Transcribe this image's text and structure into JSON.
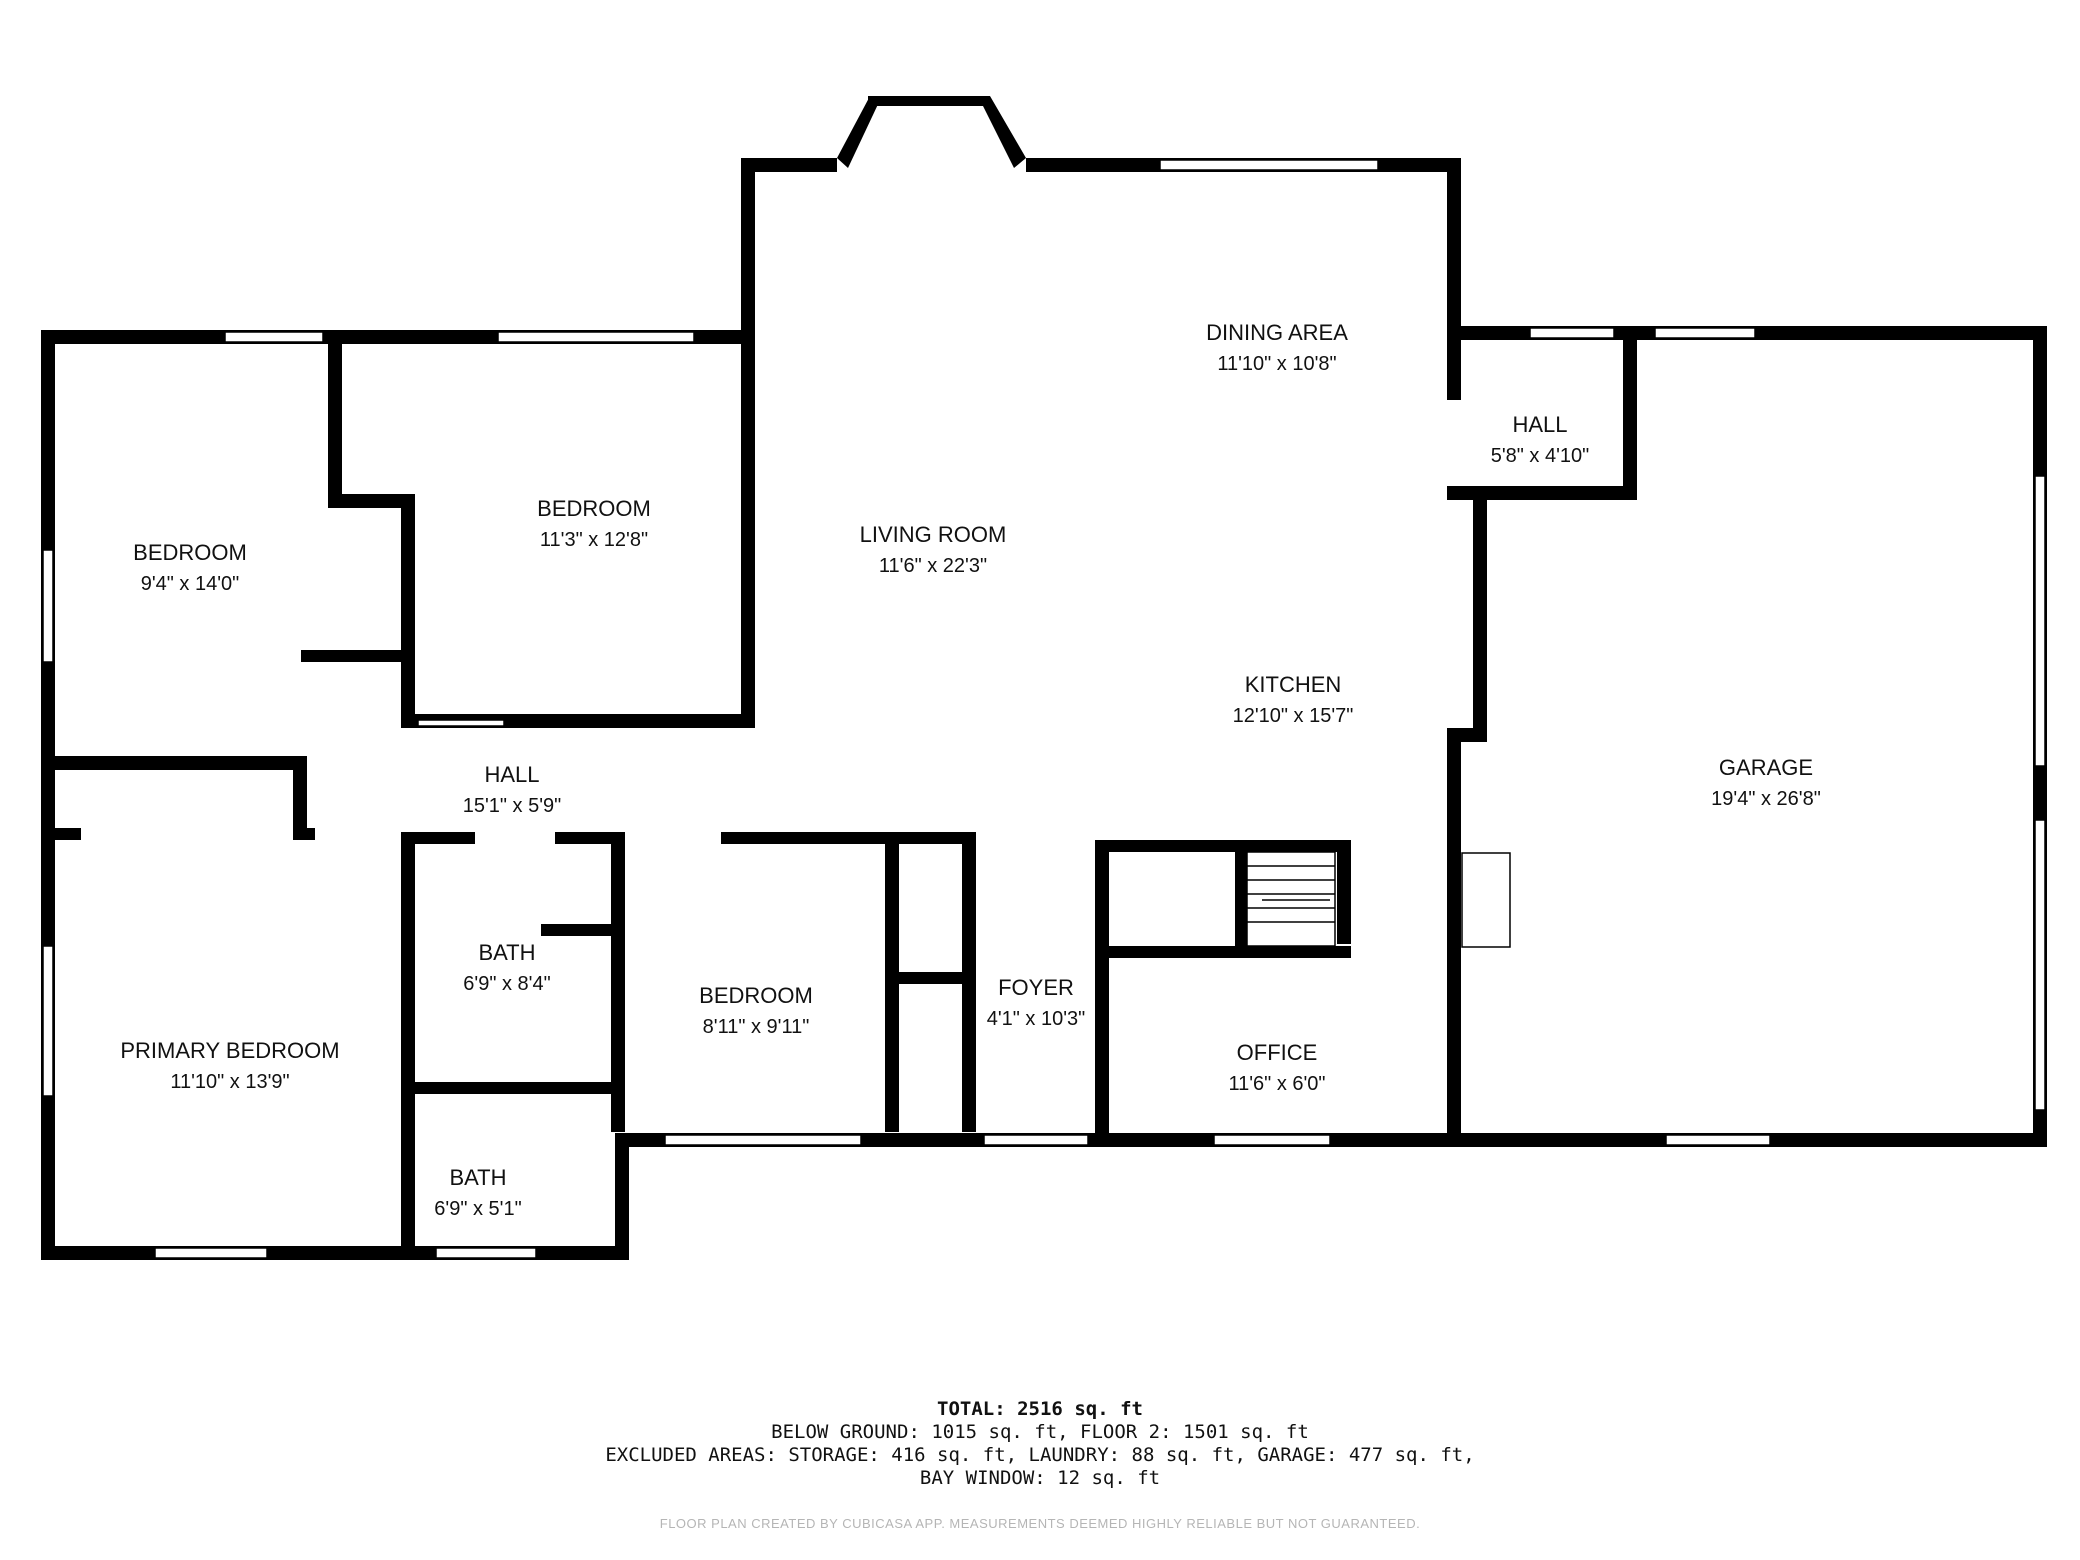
{
  "rooms": [
    {
      "id": "bedroom-nw",
      "name": "BEDROOM",
      "dims": "9'4\" x 14'0\""
    },
    {
      "id": "bedroom-n",
      "name": "BEDROOM",
      "dims": "11'3\" x 12'8\""
    },
    {
      "id": "living-room",
      "name": "LIVING ROOM",
      "dims": "11'6\" x 22'3\""
    },
    {
      "id": "dining-area",
      "name": "DINING AREA",
      "dims": "11'10\" x 10'8\""
    },
    {
      "id": "hall-east",
      "name": "HALL",
      "dims": "5'8\" x 4'10\""
    },
    {
      "id": "kitchen",
      "name": "KITCHEN",
      "dims": "12'10\" x 15'7\""
    },
    {
      "id": "garage",
      "name": "GARAGE",
      "dims": "19'4\" x 26'8\""
    },
    {
      "id": "hall-west",
      "name": "HALL",
      "dims": "15'1\" x 5'9\""
    },
    {
      "id": "bath-1",
      "name": "BATH",
      "dims": "6'9\" x 8'4\""
    },
    {
      "id": "bedroom-s",
      "name": "BEDROOM",
      "dims": "8'11\" x 9'11\""
    },
    {
      "id": "foyer",
      "name": "FOYER",
      "dims": "4'1\" x 10'3\""
    },
    {
      "id": "primary-bedroom",
      "name": "PRIMARY BEDROOM",
      "dims": "11'10\" x 13'9\""
    },
    {
      "id": "office",
      "name": "OFFICE",
      "dims": "11'6\" x 6'0\""
    },
    {
      "id": "bath-2",
      "name": "BATH",
      "dims": "6'9\" x 5'1\""
    }
  ],
  "summary": {
    "total": "TOTAL: 2516 sq. ft",
    "line1": "BELOW GROUND: 1015 sq. ft, FLOOR 2: 1501 sq. ft",
    "line2": "EXCLUDED AREAS: STORAGE: 416 sq. ft, LAUNDRY: 88 sq. ft, GARAGE: 477 sq. ft,",
    "line3": "BAY WINDOW: 12 sq. ft"
  },
  "credit": "FLOOR PLAN CREATED BY CUBICASA APP. MEASUREMENTS DEEMED HIGHLY RELIABLE BUT NOT GUARANTEED.",
  "colors": {
    "wall": "#000000",
    "window": "#ffffff",
    "label": "#111111",
    "credit": "#b5b5b5"
  }
}
